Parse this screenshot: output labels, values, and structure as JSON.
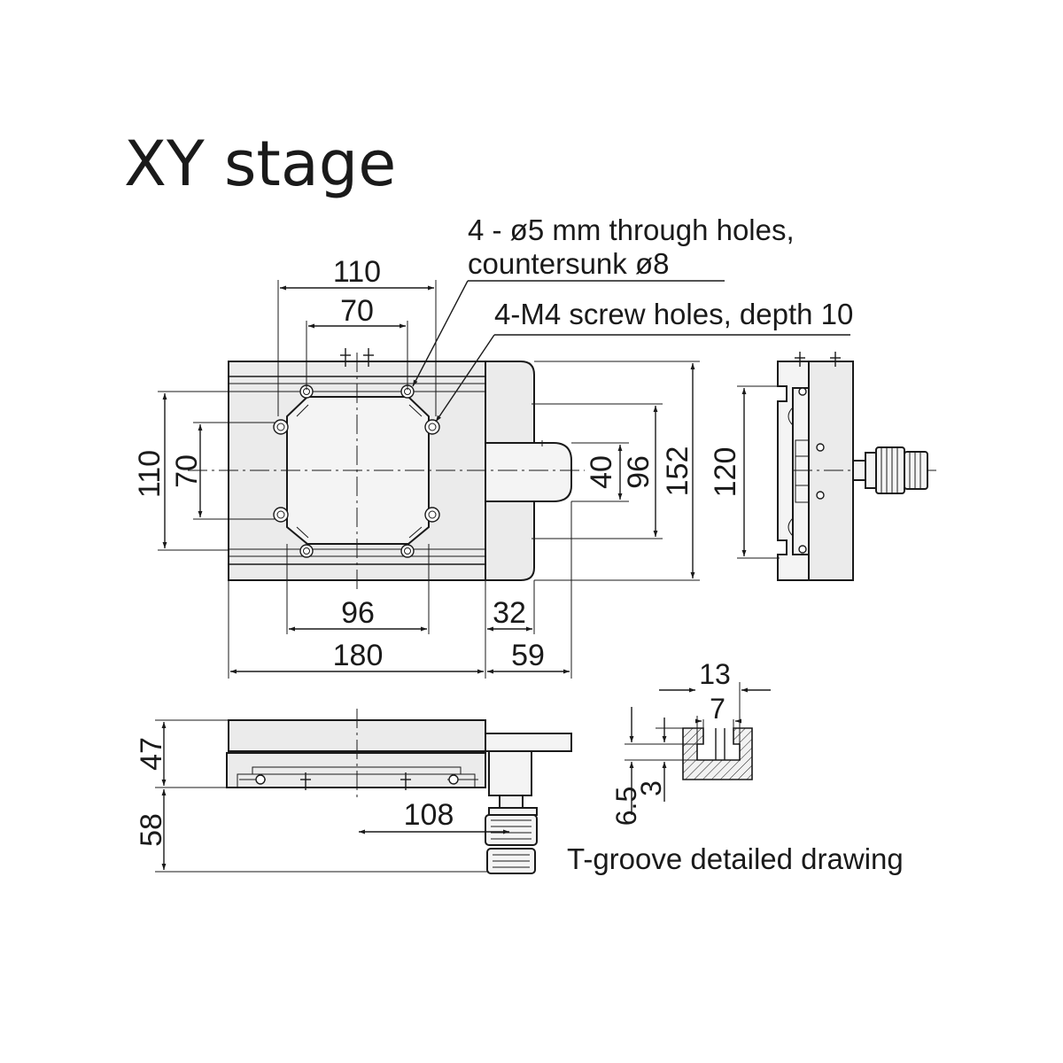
{
  "title": "XY stage",
  "callouts": {
    "through_holes_line1": "4 - ø5 mm through holes,",
    "through_holes_line2": "countersunk ø8",
    "screw_holes": "4-M4 screw holes, depth 10"
  },
  "dimensions": {
    "top_width_110": "110",
    "top_width_70": "70",
    "left_height_110": "110",
    "left_height_70": "70",
    "bottom_96": "96",
    "bottom_180": "180",
    "bottom_32": "32",
    "bottom_59": "59",
    "right_40": "40",
    "right_96": "96",
    "right_152": "152",
    "side_120": "120",
    "front_47": "47",
    "front_58": "58",
    "front_108": "108",
    "groove_13": "13",
    "groove_7": "7",
    "groove_6_5": "6.5",
    "groove_3": "3"
  },
  "captions": {
    "t_groove": "T-groove detailed drawing"
  }
}
